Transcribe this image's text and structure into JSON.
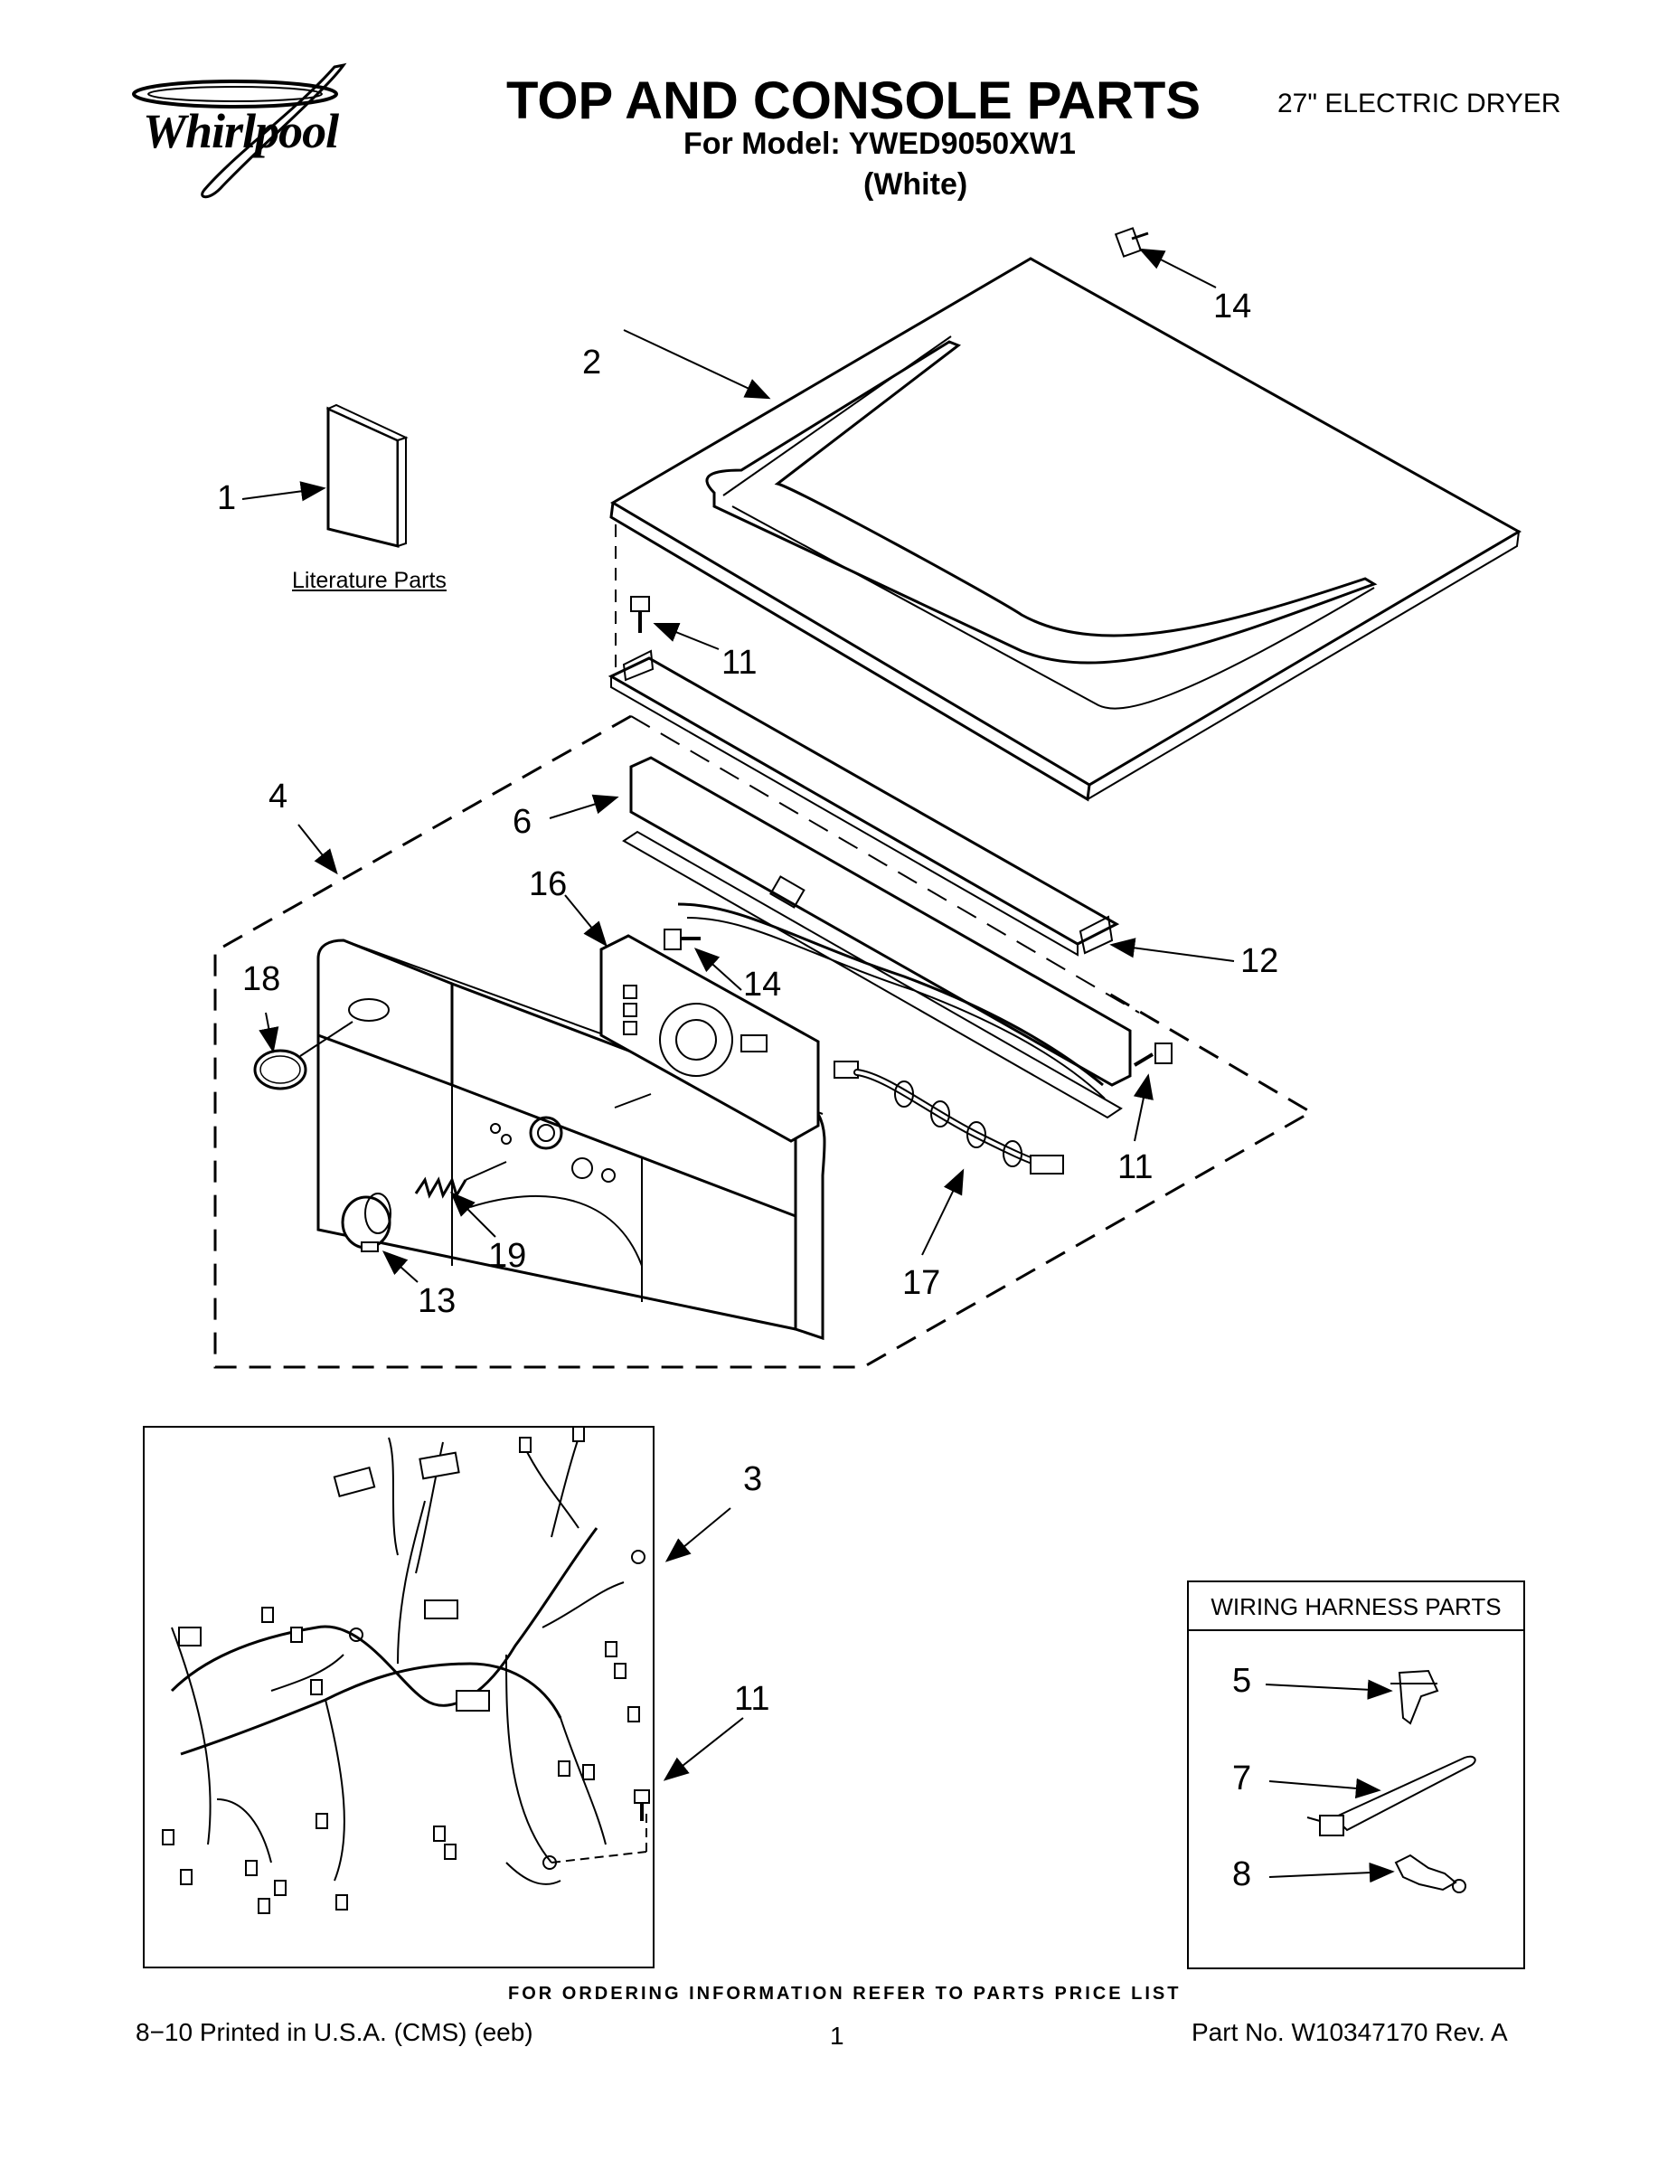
{
  "header": {
    "brand": "Whirlpool",
    "title": "TOP AND CONSOLE PARTS",
    "model_line": "For Model: YWED9050XW1",
    "color_line": "(White)",
    "product": "27\" ELECTRIC DRYER"
  },
  "literature_label": "Literature Parts",
  "callouts": {
    "c1": "1",
    "c2": "2",
    "c3": "3",
    "c4": "4",
    "c5": "5",
    "c6": "6",
    "c7": "7",
    "c8": "8",
    "c11a": "11",
    "c11b": "11",
    "c11c": "11",
    "c12": "12",
    "c13": "13",
    "c14a": "14",
    "c14b": "14",
    "c16": "16",
    "c17": "17",
    "c18": "18",
    "c19": "19"
  },
  "wiring_box": {
    "title": "WIRING HARNESS PARTS"
  },
  "order_note": "FOR ORDERING INFORMATION REFER TO PARTS PRICE LIST",
  "footer": {
    "print_info": "8−10 Printed in U.S.A. (CMS) (eeb)",
    "page_number": "1",
    "part_number": "Part No. W10347170 Rev. A"
  }
}
